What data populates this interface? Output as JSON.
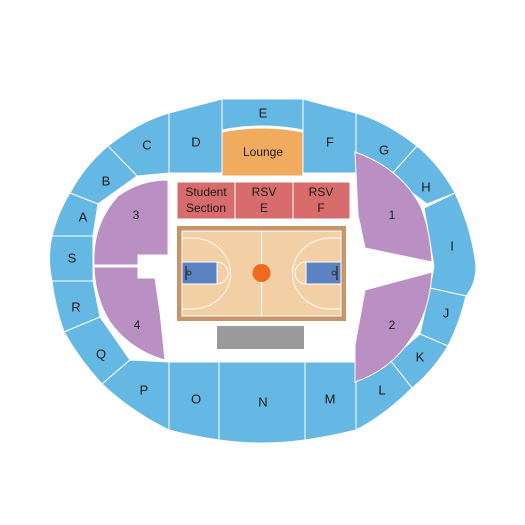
{
  "colors": {
    "upper_section": "#65b8e3",
    "lower_section": "#ba8fc4",
    "floor_section": "#d86b6b",
    "lounge": "#f1ab5e",
    "court_wood": "#f2cfa5",
    "court_border": "#c8956a",
    "paint": "#5b83c2",
    "ball": "#f06a1d",
    "stage": "#9a9a9a"
  },
  "sections": {
    "A": "A",
    "B": "B",
    "C": "C",
    "D": "D",
    "E": "E",
    "F": "F",
    "G": "G",
    "H": "H",
    "I": "I",
    "J": "J",
    "K": "K",
    "L": "L",
    "M": "M",
    "N": "N",
    "O": "O",
    "P": "P",
    "Q": "Q",
    "R": "R",
    "S": "S"
  },
  "lower_sections": {
    "s1": "1",
    "s2": "2",
    "s3": "3",
    "s4": "4"
  },
  "lounge_label": "Lounge",
  "floor_sections": {
    "student_line1": "Student",
    "student_line2": "Section",
    "rsv_e_line1": "RSV",
    "rsv_e_line2": "E",
    "rsv_f_line1": "RSV",
    "rsv_f_line2": "F"
  },
  "icons": {
    "court": "basketball-court",
    "ball": "basketball-icon"
  }
}
